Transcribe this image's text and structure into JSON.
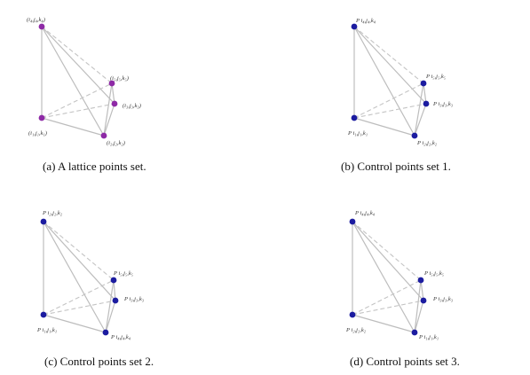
{
  "panels": [
    {
      "caption": "(a)  A lattice points set.",
      "dot_color": "#8e2aa6",
      "labels": {
        "top": "(i₄,j₄,k₄)",
        "r1": "(i₅,j₅,k₅)",
        "r2": "(i₃,j₃,k₃)",
        "bl": "(i₁,j₁,k₁)",
        "br": "(i₂,j₂,k₂)"
      }
    },
    {
      "caption": "(b)  Control points set 1.",
      "dot_color": "#1c1ca0",
      "labels": {
        "top": "P i₄,j₄,k₄",
        "r1": "P i₅,j₅,k₅",
        "r2": "P i₃,j₃,k₃",
        "bl": "P i₁,j₁,k₁",
        "br": "P i₂,j₂,k₂"
      }
    },
    {
      "caption": "(c)  Control points set 2.",
      "dot_color": "#1c1ca0",
      "labels": {
        "top": "P i₂,j₂,k₂",
        "r1": "P i₅,j₅,k₅",
        "r2": "P i₃,j₃,k₃",
        "bl": "P i₁,j₁,k₁",
        "br": "P i₄,j₄,k₄"
      }
    },
    {
      "caption": "(d)  Control points set 3.",
      "dot_color": "#1c1ca0",
      "labels": {
        "top": "P i₄,j₄,k₄",
        "r1": "P i₅,j₅,k₅",
        "r2": "P i₃,j₃,k₃",
        "bl": "P i₂,j₂,k₂",
        "br": "P i₁,j₁,k₁"
      }
    }
  ]
}
